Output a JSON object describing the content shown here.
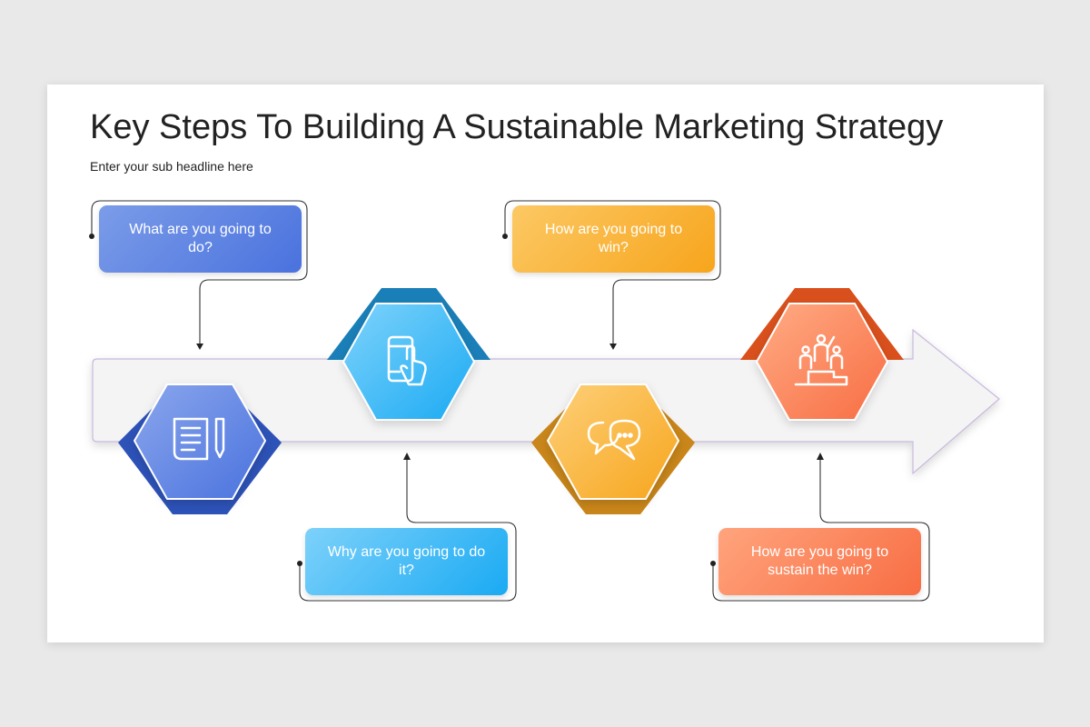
{
  "title": "Key Steps To Building A Sustainable Marketing Strategy",
  "subtitle": "Enter your sub headline here",
  "steps": [
    {
      "text": "What are you going to do?",
      "icon": "document-pencil-icon",
      "color": "#4a72de",
      "shadow": "#2d52b8"
    },
    {
      "text": "Why are you going to do it?",
      "icon": "smartphone-touch-icon",
      "color": "#1aaaf3",
      "shadow": "#1a7fb8"
    },
    {
      "text": "How are you going to win?",
      "icon": "chat-bubbles-icon",
      "color": "#f7a51c",
      "shadow": "#c9861a"
    },
    {
      "text": "How are you going to sustain the win?",
      "icon": "podium-people-icon",
      "color": "#f86d43",
      "shadow": "#d9501c"
    }
  ]
}
